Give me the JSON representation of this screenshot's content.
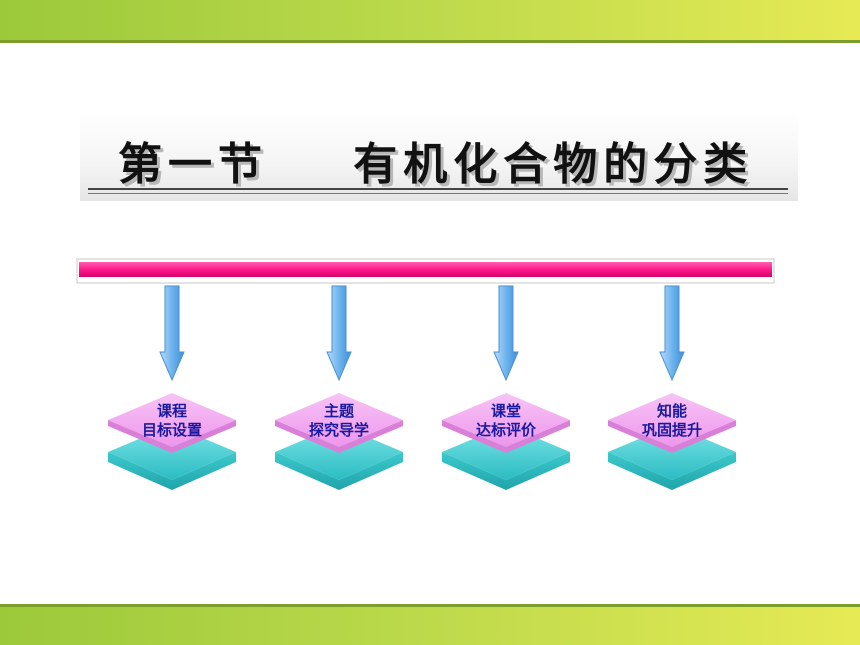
{
  "slide": {
    "title": "第一节    有机化合物的分类"
  },
  "nodes": [
    {
      "line1": "课程",
      "line2": "目标设置"
    },
    {
      "line1": "主题",
      "line2": "探究导学"
    },
    {
      "line1": "课堂",
      "line2": "达标评价"
    },
    {
      "line1": "知能",
      "line2": "巩固提升"
    }
  ],
  "colors": {
    "bar": "#ff1a8c",
    "arrow": "#6fb4ee",
    "diamond_top": "#f2a8f0",
    "diamond_base": "#48d0d4",
    "label_text": "#1a1aa0"
  }
}
